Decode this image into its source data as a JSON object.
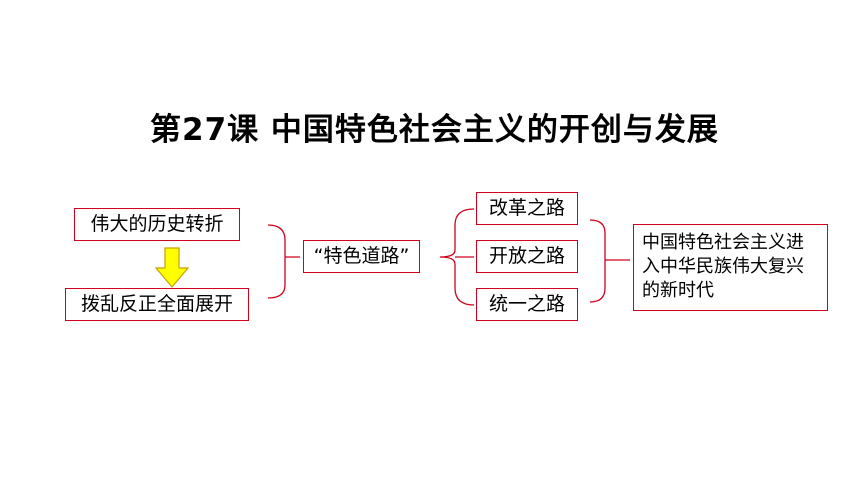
{
  "title": "第27课 中国特色社会主义的开创与发展",
  "nodes": {
    "turning_point": "伟大的历史转折",
    "set_right": "拨乱反正全面展开",
    "special_road": "“特色道路”",
    "reform_road": "改革之路",
    "opening_road": "开放之路",
    "unification_road": "统一之路",
    "new_era": "中国特色社会主义进入中华民族伟大复兴的新时代"
  },
  "colors": {
    "border": "#d0021b",
    "arrow_fill": "#ffff00",
    "arrow_stroke": "#c8a000"
  }
}
